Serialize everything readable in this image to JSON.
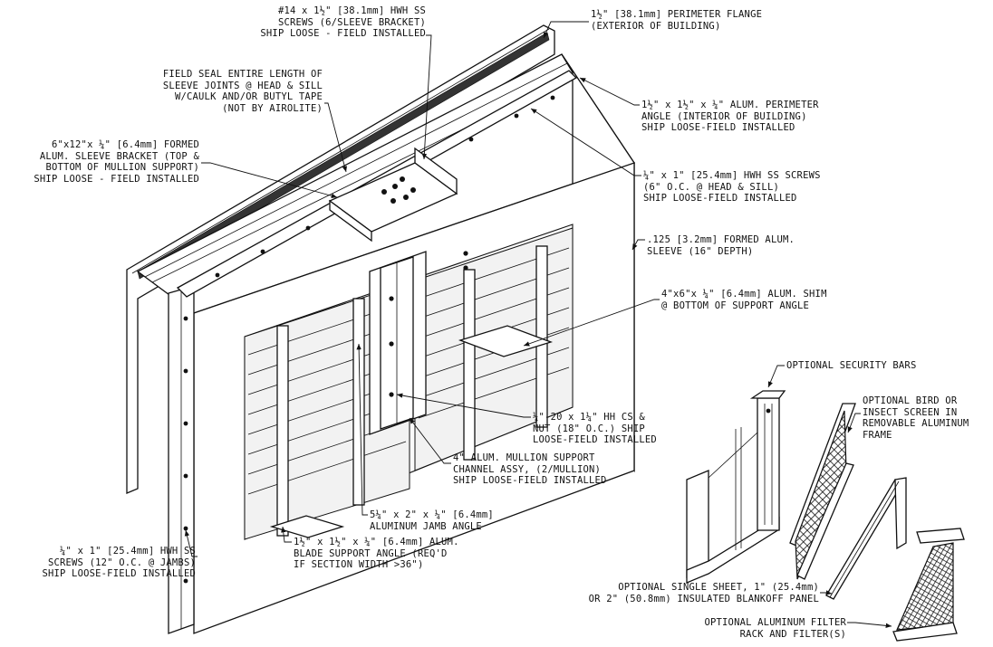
{
  "callouts": {
    "screws_sleeve_bracket": [
      "#14 x 1½\" [38.1mm] HWH SS",
      "SCREWS (6/SLEEVE BRACKET)",
      "SHIP LOOSE - FIELD INSTALLED"
    ],
    "perimeter_flange": [
      "1½\" [38.1mm] PERIMETER FLANGE",
      "(EXTERIOR OF BUILDING)"
    ],
    "field_seal": [
      "FIELD SEAL ENTIRE LENGTH OF",
      "SLEEVE JOINTS @ HEAD & SILL",
      "W/CAULK AND/OR BUTYL TAPE",
      "(NOT BY AIROLITE)"
    ],
    "perimeter_angle": [
      "1½\" x 1½\" x ¼\" ALUM. PERIMETER",
      "ANGLE (INTERIOR OF BUILDING)",
      "SHIP LOOSE-FIELD INSTALLED"
    ],
    "sleeve_bracket": [
      "6\"x12\"x ¼\" [6.4mm] FORMED",
      "ALUM. SLEEVE BRACKET (TOP &",
      "BOTTOM OF MULLION SUPPORT)",
      "SHIP LOOSE - FIELD INSTALLED"
    ],
    "head_sill_screws": [
      "¼\" x 1\" [25.4mm] HWH SS SCREWS",
      "(6\" O.C. @ HEAD & SILL)",
      "SHIP LOOSE-FIELD INSTALLED"
    ],
    "sleeve": [
      ".125 [3.2mm] FORMED ALUM.",
      "SLEEVE (16\" DEPTH)"
    ],
    "shim": [
      "4\"x6\"x ¼\" [6.4mm] ALUM. SHIM",
      "@ BOTTOM OF SUPPORT ANGLE"
    ],
    "security_bars": [
      "OPTIONAL SECURITY BARS"
    ],
    "bird_screen": [
      "OPTIONAL BIRD OR",
      "INSECT SCREEN IN",
      "REMOVABLE ALUMINUM",
      "FRAME"
    ],
    "hh_cs_nut": [
      "¼\"-20 x 1¼\" HH CS &",
      "NUT (18\" O.C.) SHIP",
      "LOOSE-FIELD INSTALLED"
    ],
    "mullion_support": [
      "4\" ALUM. MULLION SUPPORT",
      "CHANNEL ASSY, (2/MULLION)",
      "SHIP LOOSE-FIELD INSTALLED"
    ],
    "jamb_angle": [
      "5¼\" x 2\" x ¼\" [6.4mm]",
      "ALUMINUM JAMB ANGLE"
    ],
    "jamb_screws": [
      "¼\" x 1\" [25.4mm] HWH SS",
      "SCREWS (12\" O.C. @ JAMBS)",
      "SHIP LOOSE-FIELD INSTALLED"
    ],
    "blade_support": [
      "1½\" x 1½\" x ¼\" [6.4mm] ALUM.",
      "BLADE SUPPORT ANGLE (REQ'D",
      "IF SECTION WIDTH >36\")"
    ],
    "blankoff_panel": [
      "OPTIONAL SINGLE SHEET, 1\" (25.4mm)",
      "OR 2\" (50.8mm) INSULATED BLANKOFF PANEL"
    ],
    "filter_rack": [
      "OPTIONAL ALUMINUM FILTER",
      "RACK AND FILTER(S)"
    ]
  }
}
